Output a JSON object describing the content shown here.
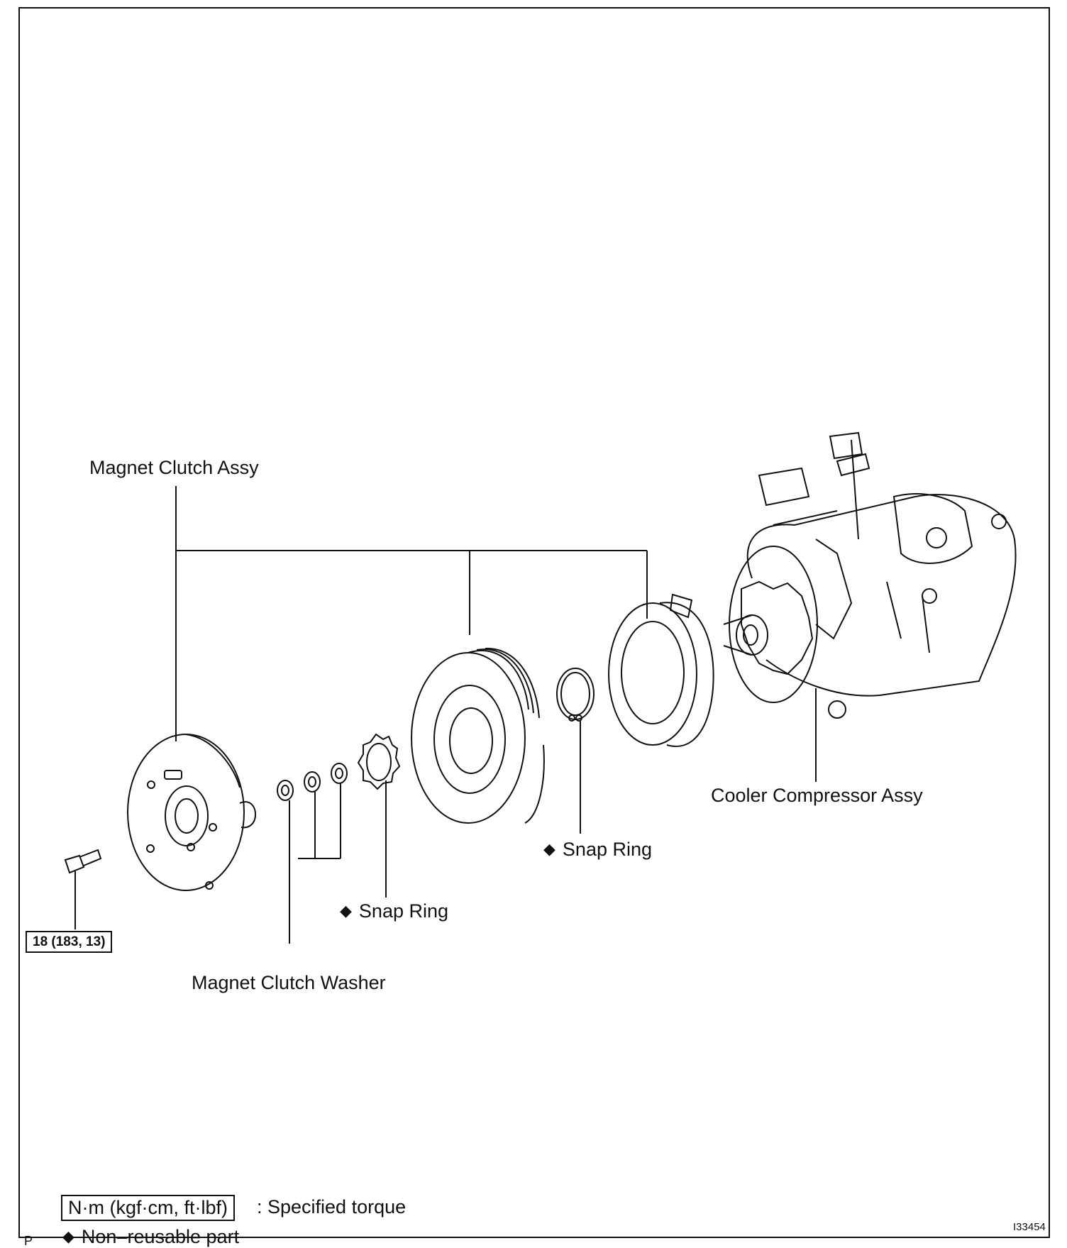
{
  "labels": {
    "magnet_clutch_assy": "Magnet Clutch Assy",
    "cooler_compressor_assy": "Cooler Compressor Assy",
    "snap_ring_1": "Snap Ring",
    "snap_ring_2": "Snap Ring",
    "magnet_clutch_washer": "Magnet Clutch Washer",
    "torque_value": "18 (183, 13)"
  },
  "legend": {
    "torque_unit": "N·m (kgf·cm, ft·lbf)",
    "torque_text": ": Specified torque",
    "non_reusable_text": "Non–reusable part"
  },
  "symbols": {
    "non_reusable_marker": "◆"
  },
  "corner": {
    "left_mark": "P",
    "figure_id": "I33454"
  }
}
